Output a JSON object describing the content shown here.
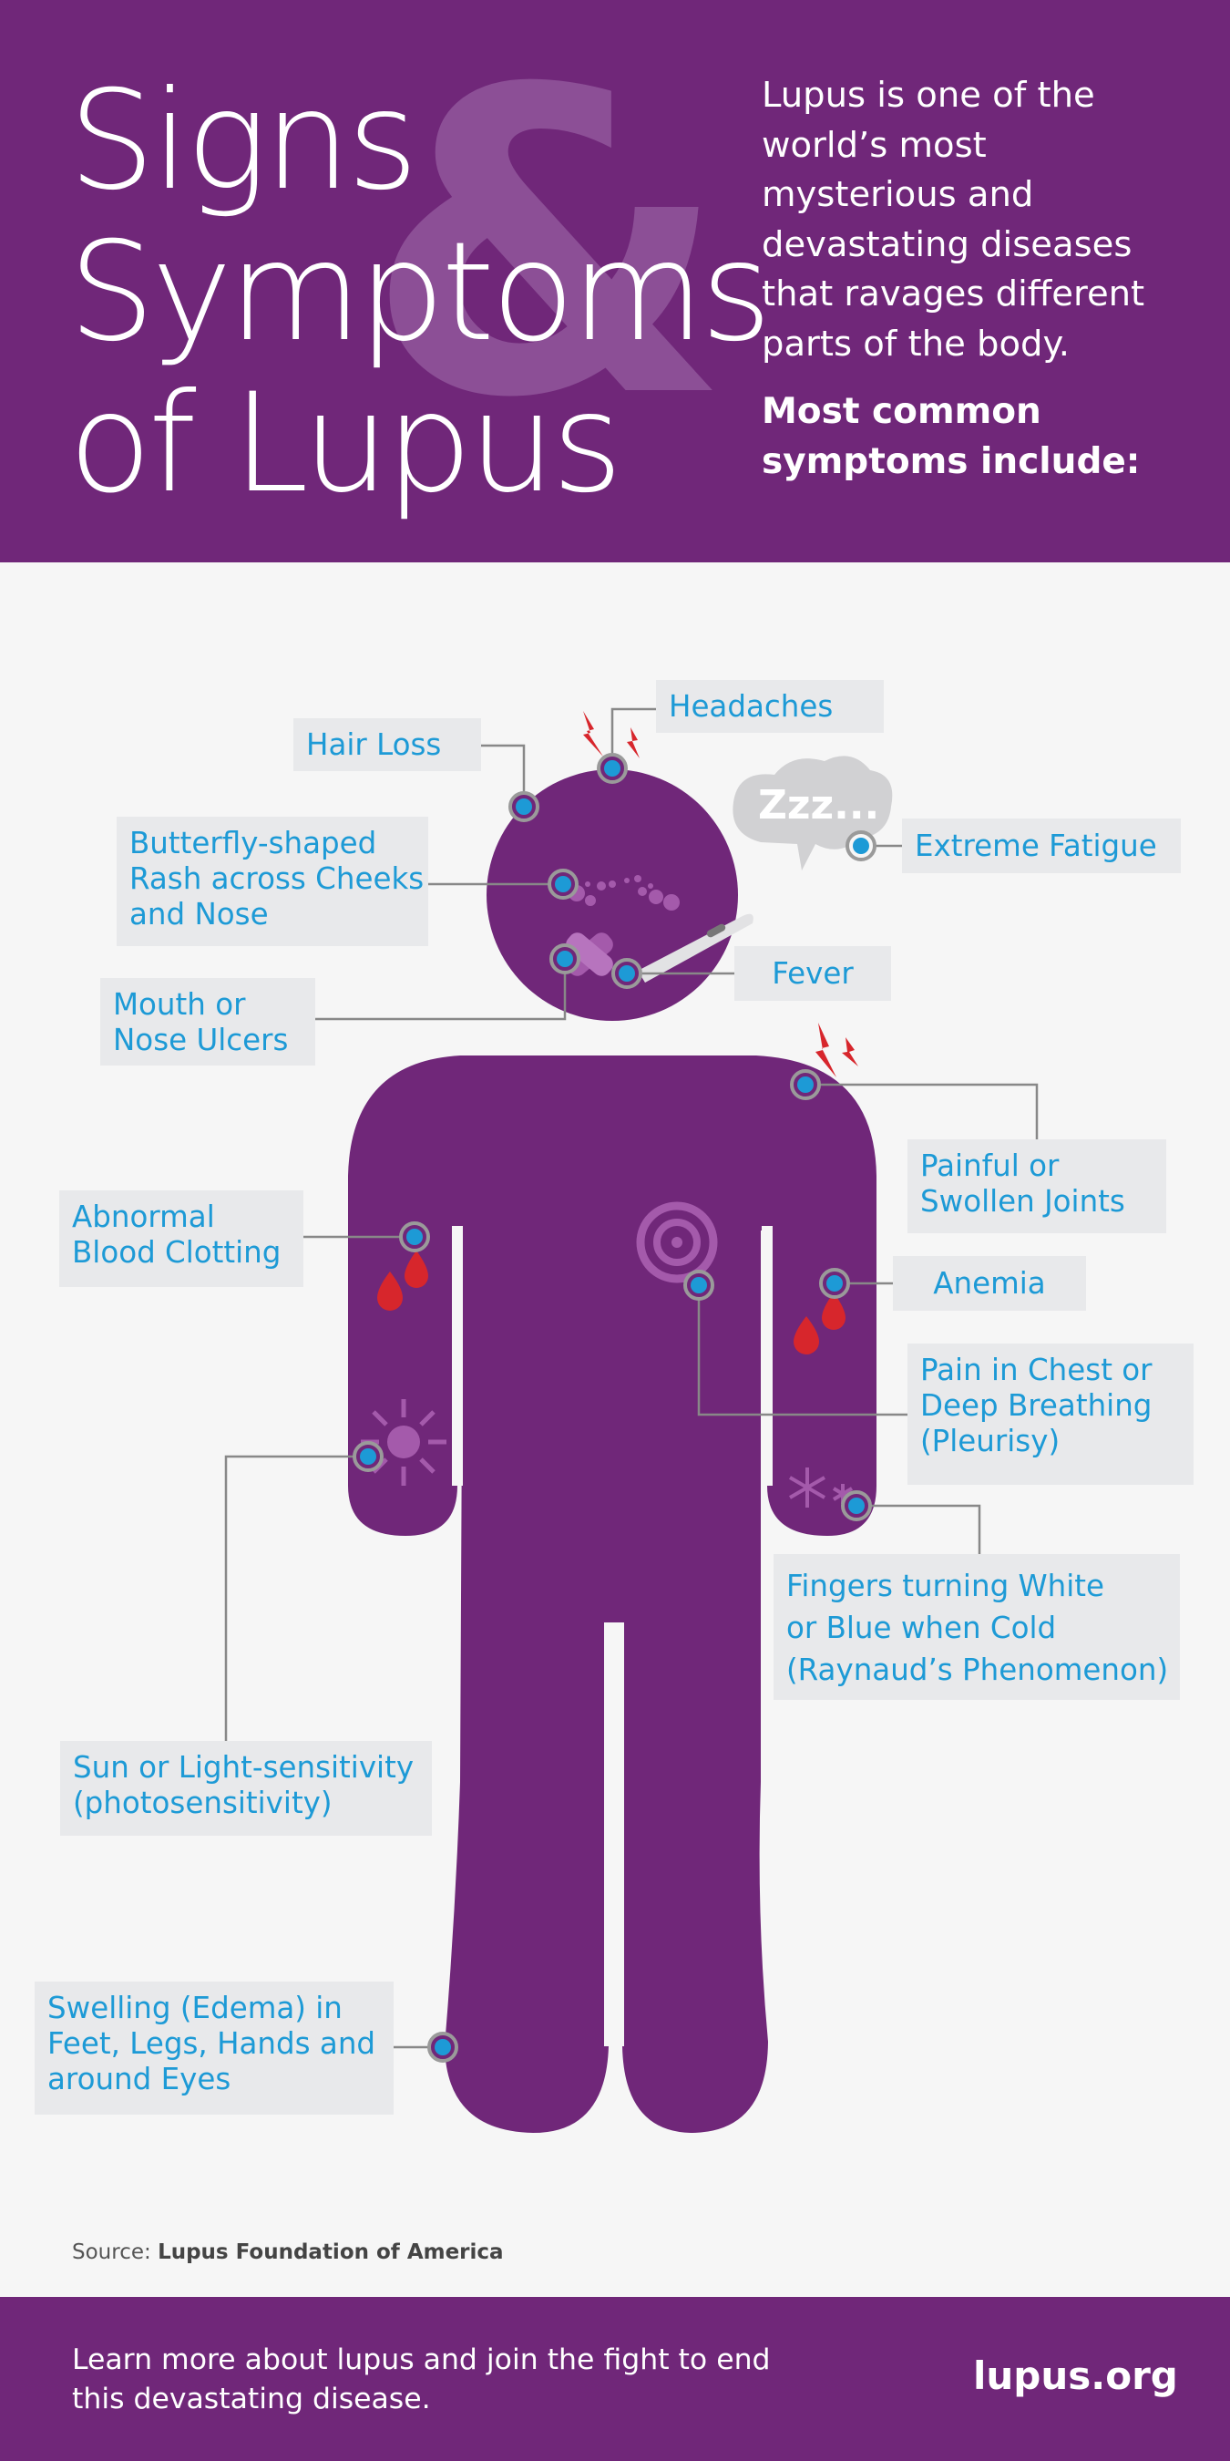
{
  "header": {
    "title_lines": [
      "Signs",
      "Symptoms",
      "of Lupus"
    ],
    "ampersand": "&",
    "intro": "Lupus is one of the world’s most mysterious and devastating diseases that ravages different parts of the body.",
    "intro_bold": "Most common symptoms include:"
  },
  "symptoms": {
    "headaches": "Headaches",
    "hair_loss": "Hair Loss",
    "extreme_fatigue": "Extreme Fatigue",
    "rash": [
      "Butterfly-shaped",
      "Rash across Cheeks",
      "and Nose"
    ],
    "fever": "Fever",
    "mouth_ulcers": [
      "Mouth or",
      "Nose Ulcers"
    ],
    "joints": [
      "Painful or",
      "Swollen Joints"
    ],
    "clotting": [
      "Abnormal",
      "Blood Clotting"
    ],
    "anemia": "Anemia",
    "chest_pain": [
      "Pain in Chest or",
      "Deep Breathing",
      "(Pleurisy)"
    ],
    "raynaud": [
      "Fingers turning White",
      "or Blue when Cold",
      "(Raynaud’s Phenomenon)"
    ],
    "sun": [
      "Sun or Light-sensitivity",
      "(photosensitivity)"
    ],
    "swelling": [
      "Swelling (Edema) in",
      "Feet, Legs, Hands and",
      "around Eyes"
    ]
  },
  "fatigue_bubble_text": "Zzz...",
  "source": {
    "prefix": "Source: ",
    "name": "Lupus Foundation of America"
  },
  "footer": {
    "text": "Learn more about lupus and join the fight to end this devastating disease.",
    "link": "lupus.org"
  },
  "colors": {
    "purple": "#702779",
    "label_blue": "#1d9ad6",
    "label_bg": "#e8e9eb",
    "dot_blue": "#1d9ad6",
    "red": "#d7262c",
    "light_purple": "#a45aab"
  }
}
